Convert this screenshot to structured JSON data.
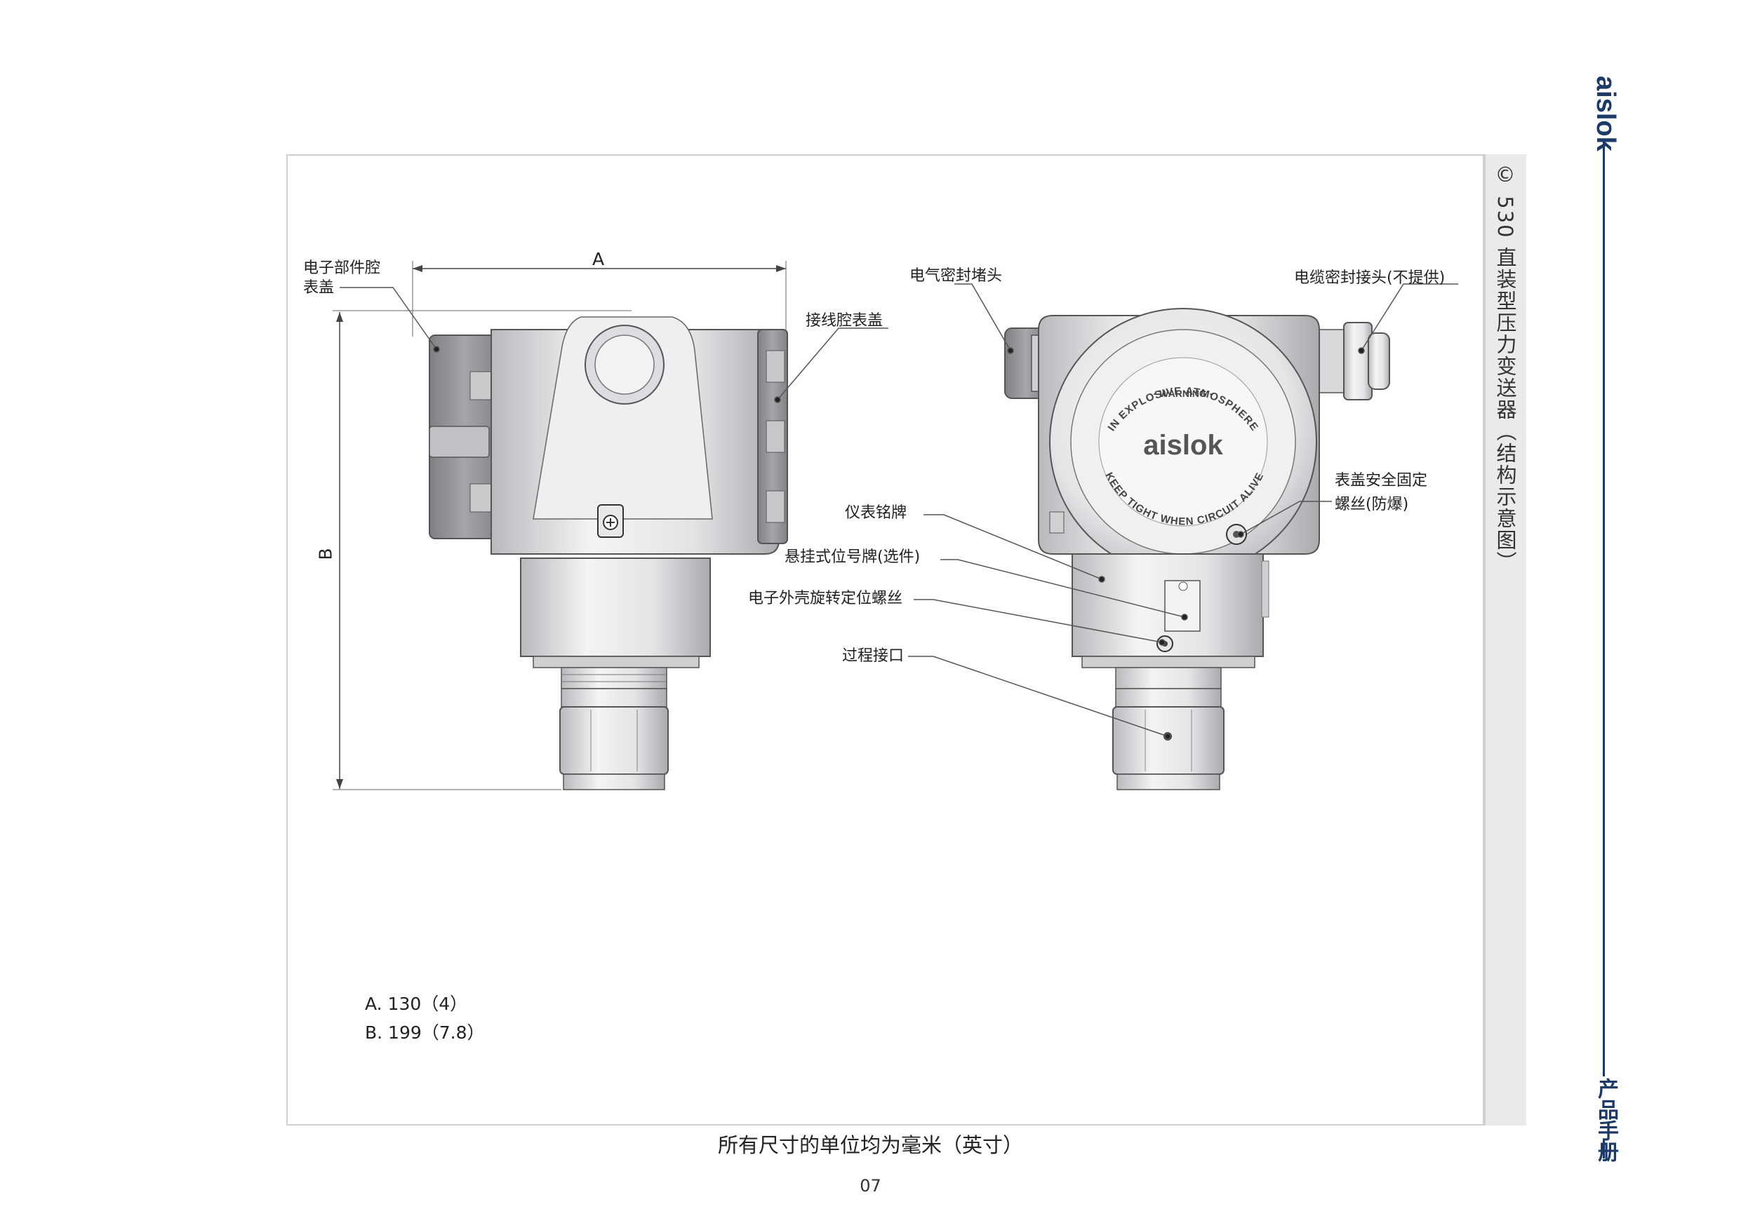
{
  "brand": "aislok",
  "side_title": "© 530 直装型压力变送器（结构示意图）",
  "manual_label": "产品手册",
  "left_view": {
    "dim_a": "A",
    "dim_b": "B",
    "labels": {
      "electronics_cover": [
        "电子部件腔",
        "表盖"
      ],
      "terminal_cover": "接线腔表盖"
    }
  },
  "right_view": {
    "cover_text_top": "IN EXPLOSIVE ATMOSPHERE",
    "cover_text_warning": "- WARNING -",
    "cover_text_bottom": "KEEP TIGHT WHEN CIRCUIT ALIVE",
    "cover_brand": "aislok",
    "labels": {
      "conduit_plug": "电气密封堵头",
      "cable_gland": "电缆密封接头(不提供)",
      "cover_screw": [
        "表盖安全固定",
        "螺丝(防爆)"
      ],
      "nameplate": "仪表铭牌",
      "tag": "悬挂式位号牌(选件)",
      "housing_screw": "电子外壳旋转定位螺丝",
      "process_connection": "过程接口"
    }
  },
  "dimensions": {
    "a": "A. 130（4）",
    "b": "B. 199（7.8）"
  },
  "caption": "所有尺寸的单位均为毫米（英寸）",
  "page_number": "07"
}
